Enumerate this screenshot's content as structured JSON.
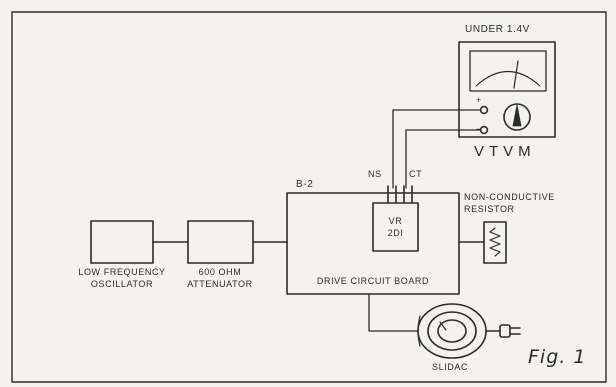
{
  "labels": {
    "under_voltage": "UNDER 1.4V",
    "plus_terminal": "+",
    "minus_terminal": "−",
    "vtvm": "VTVM",
    "ns": "NS",
    "ct": "CT",
    "board_id": "B-2",
    "vr_line1": "VR",
    "vr_line2": "2DI",
    "resistor_line1": "NON-CONDUCTIVE",
    "resistor_line2": "RESISTOR",
    "oscillator_line1": "LOW FREQUENCY",
    "oscillator_line2": "OSCILLATOR",
    "attenuator_line1": "600 OHM",
    "attenuator_line2": "ATTENUATOR",
    "drive_board": "DRIVE CIRCUIT BOARD",
    "slidac": "SLIDAC",
    "figure": "Fig.  1"
  },
  "colors": {
    "ink": "#2b2b2b",
    "paper": "#f4f2ec"
  }
}
